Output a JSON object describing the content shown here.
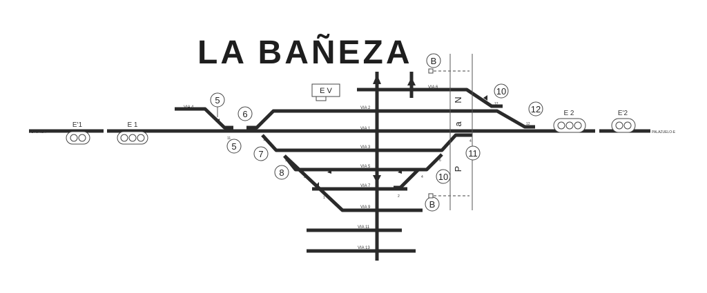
{
  "title": "LA BAÑEZA",
  "ends": {
    "left": "ASTORGA",
    "right": "PALAZUELO-E"
  },
  "tracks": [
    "VIA 4",
    "VIA 6",
    "VIA 2",
    "VIA 1",
    "VIA 3",
    "VIA 5",
    "VIA 7",
    "VIA 9",
    "VIA 11",
    "VIA 13"
  ],
  "signals": [
    "E'1",
    "E 1",
    "E 2",
    "E'2"
  ],
  "panel_label": "E V",
  "circled": [
    "5",
    "5",
    "6",
    "7",
    "8",
    "10",
    "10",
    "11",
    "12",
    "B",
    "B"
  ],
  "switch_numbers": [
    "11",
    "1",
    "3",
    "2",
    "1",
    "12",
    "12",
    "6",
    "4",
    "4",
    "2"
  ],
  "vertical_letters": [
    "N",
    "a",
    "P"
  ]
}
